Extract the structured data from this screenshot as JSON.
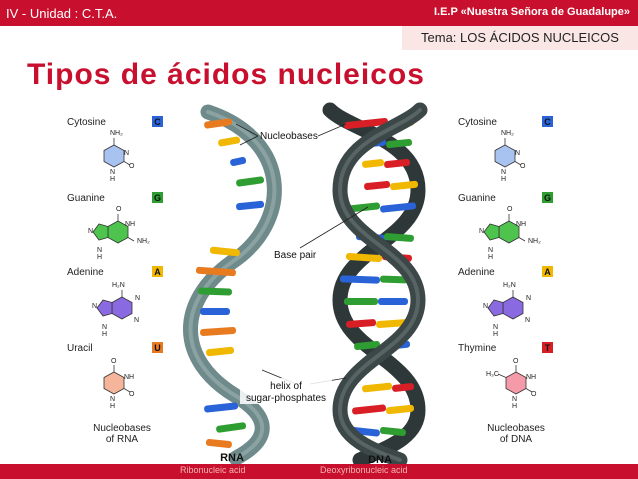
{
  "header": {
    "left_text": "IV - Unidad : C.T.A.",
    "right_text": "I.E.P «Nuestra Señora de Guadalupe»",
    "topic": "Tema: LOS  ÁCIDOS  NUCLEICOS"
  },
  "title": "Tipos  de  ácidos  nucleicos",
  "rna_bases": [
    {
      "name": "Cytosine",
      "letter": "C"
    },
    {
      "name": "Guanine",
      "letter": "G"
    },
    {
      "name": "Adenine",
      "letter": "A"
    },
    {
      "name": "Uracil",
      "letter": "U"
    }
  ],
  "dna_bases": [
    {
      "name": "Cytosine",
      "letter": "C"
    },
    {
      "name": "Guanine",
      "letter": "G"
    },
    {
      "name": "Adenine",
      "letter": "A"
    },
    {
      "name": "Thymine",
      "letter": "T"
    }
  ],
  "atoms": {
    "nh2": "NH₂",
    "nh": "NH",
    "n": "N",
    "h": "H",
    "o": "O",
    "h3c": "H₃C",
    "h2n": "H₂N"
  },
  "captions": {
    "rna_nucleobases_line1": "Nucleobases",
    "rna_nucleobases_line2": "of RNA",
    "dna_nucleobases_line1": "Nucleobases",
    "dna_nucleobases_line2": "of DNA"
  },
  "annotations": {
    "nucleobases": "Nucleobases",
    "base_pair": "Base pair",
    "helix_line1": "helix of",
    "helix_line2": "sugar-phosphates"
  },
  "strands": {
    "rna_label": "RNA",
    "rna_sub": "Ribonucleic acid",
    "dna_label": "DNA",
    "dna_sub": "Deoxyribonucleic acid"
  },
  "colors": {
    "brand_red": "#c8102e",
    "cytosine": "#2a63d8",
    "guanine": "#2f9e32",
    "adenine": "#f0b800",
    "uracil": "#e87a20",
    "thymine": "#d81f26",
    "rna_backbone": "#6f8a8a",
    "dna_backbone": "#3c4747"
  }
}
